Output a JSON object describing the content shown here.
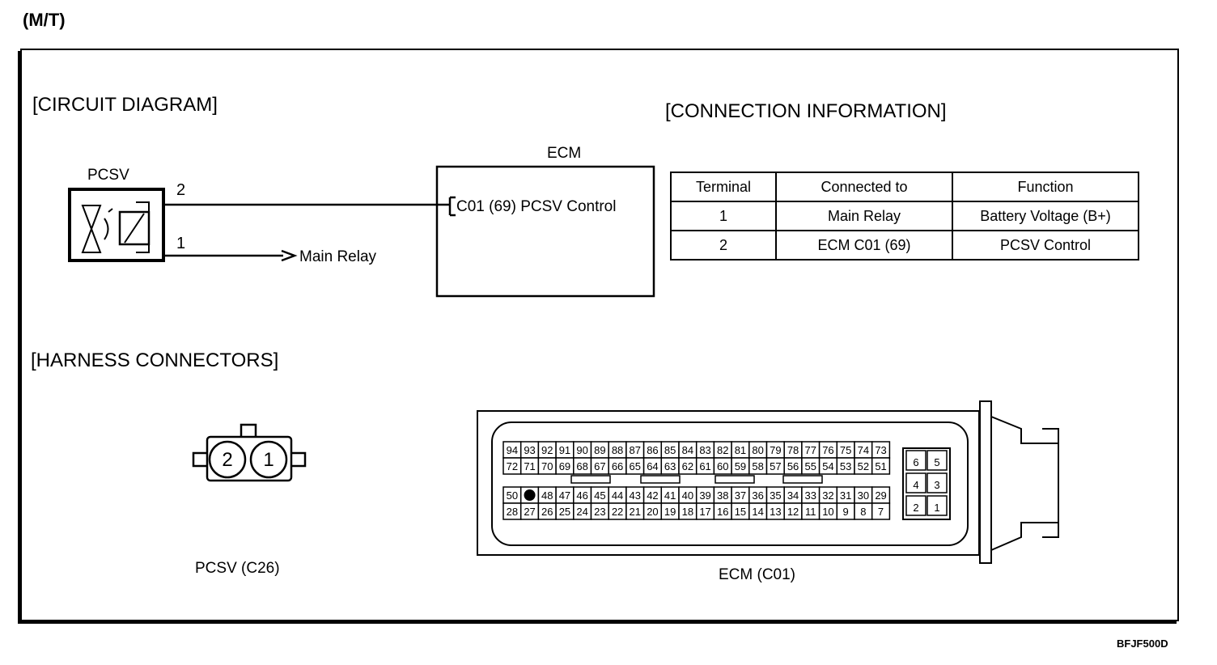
{
  "header": {
    "variant": "(M/T)",
    "figure_code": "BFJF500D"
  },
  "circuit": {
    "title": "[CIRCUIT DIAGRAM]",
    "pcsv_label": "PCSV",
    "pin2": "2",
    "pin1": "1",
    "main_relay": "Main Relay",
    "ecm_label": "ECM",
    "ecm_pin_text": "C01 (69) PCSV Control"
  },
  "connection": {
    "title": "[CONNECTION INFORMATION]",
    "columns": [
      "Terminal",
      "Connected to",
      "Function"
    ],
    "rows": [
      [
        "1",
        "Main Relay",
        "Battery Voltage (B+)"
      ],
      [
        "2",
        "ECM C01 (69)",
        "PCSV Control"
      ]
    ]
  },
  "harness": {
    "title": "[HARNESS CONNECTORS]",
    "pcsv_pins": [
      "2",
      "1"
    ],
    "pcsv_caption": "PCSV (C26)",
    "ecm_caption": "ECM  (C01)",
    "ecm_rows": [
      [
        "94",
        "93",
        "92",
        "91",
        "90",
        "89",
        "88",
        "87",
        "86",
        "85",
        "84",
        "83",
        "82",
        "81",
        "80",
        "79",
        "78",
        "77",
        "76",
        "75",
        "74",
        "73"
      ],
      [
        "72",
        "71",
        "70",
        "69",
        "68",
        "67",
        "66",
        "65",
        "64",
        "63",
        "62",
        "61",
        "60",
        "59",
        "58",
        "57",
        "56",
        "55",
        "54",
        "53",
        "52",
        "51"
      ],
      [
        "50",
        "",
        "48",
        "47",
        "46",
        "45",
        "44",
        "43",
        "42",
        "41",
        "40",
        "39",
        "38",
        "37",
        "36",
        "35",
        "34",
        "33",
        "32",
        "31",
        "30",
        "29"
      ],
      [
        "28",
        "27",
        "26",
        "25",
        "24",
        "23",
        "22",
        "21",
        "20",
        "19",
        "18",
        "17",
        "16",
        "15",
        "14",
        "13",
        "12",
        "11",
        "10",
        "9",
        "8",
        "7"
      ]
    ],
    "ecm_side": [
      [
        "6",
        "5"
      ],
      [
        "4",
        "3"
      ],
      [
        "2",
        "1"
      ]
    ]
  }
}
